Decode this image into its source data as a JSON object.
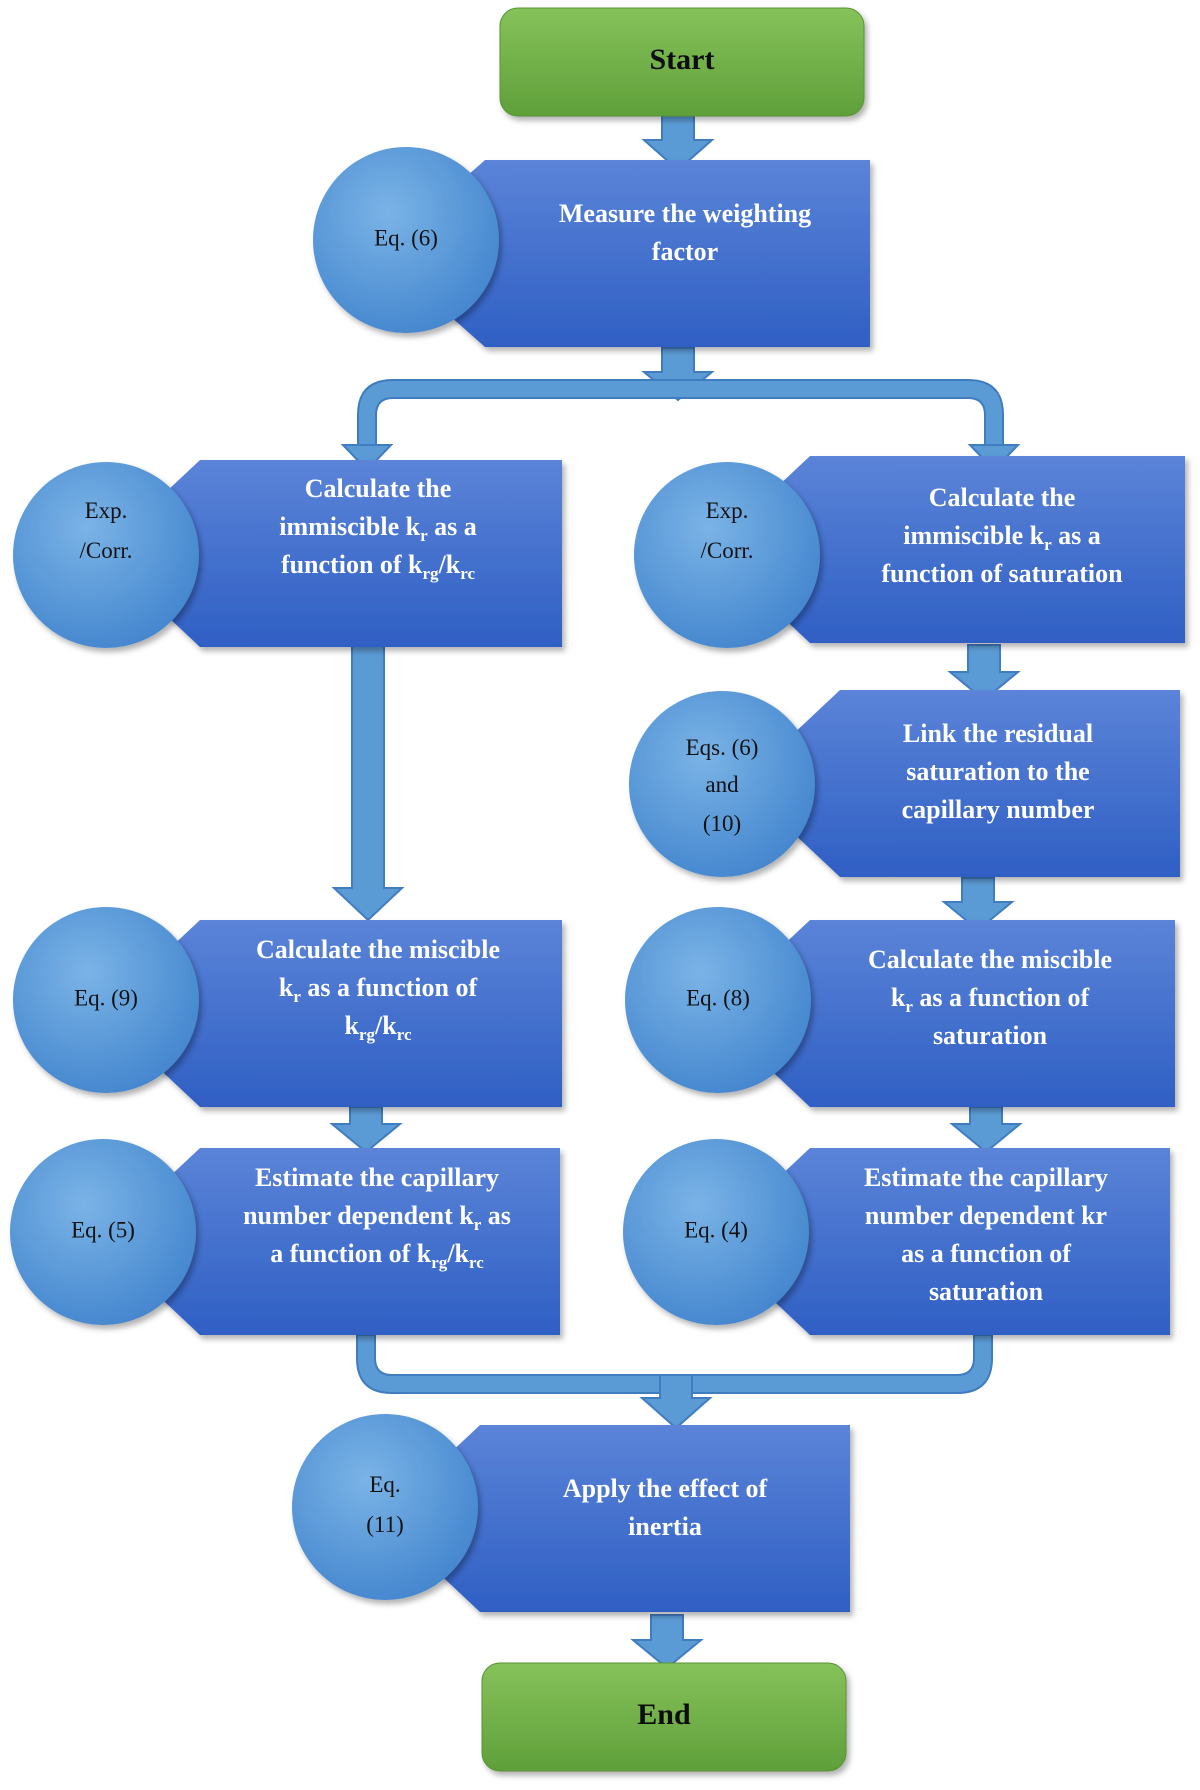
{
  "diagram": {
    "start_label": "Start",
    "end_label": "End",
    "steps": {
      "weighting": {
        "circle": [
          "Eq. (6)"
        ],
        "lines": [
          "Measure the weighting",
          "factor"
        ]
      },
      "left_immiscible": {
        "circle": [
          "Exp.",
          "/Corr."
        ],
        "line1": "Calculate the",
        "line2_pre": "immiscible k",
        "line2_sub": "r",
        "line2_post": " as a",
        "line3_pre": "function of k",
        "line3_sub1": "rg",
        "line3_mid": "/k",
        "line3_sub2": "rc"
      },
      "right_immiscible": {
        "circle": [
          "Exp.",
          "/Corr."
        ],
        "line1": "Calculate the",
        "line2_pre": "immiscible k",
        "line2_sub": "r",
        "line2_post": " as a",
        "line3": "function of saturation"
      },
      "link_residual": {
        "circle": [
          "Eqs. (6)",
          "and",
          "(10)"
        ],
        "lines": [
          "Link the residual",
          "saturation to the",
          "capillary number"
        ]
      },
      "left_miscible": {
        "circle": [
          "Eq. (9)"
        ],
        "line1": "Calculate the miscible",
        "line2_pre": "k",
        "line2_sub": "r",
        "line2_post": " as a function of",
        "line3_pre": "k",
        "line3_sub1": "rg",
        "line3_mid": "/k",
        "line3_sub2": "rc"
      },
      "right_miscible": {
        "circle": [
          "Eq. (8)"
        ],
        "line1": "Calculate the miscible",
        "line2_pre": "k",
        "line2_sub": "r",
        "line2_post": " as a function of",
        "line3": "saturation"
      },
      "left_capillary": {
        "circle": [
          "Eq. (5)"
        ],
        "line1": "Estimate the capillary",
        "line2_pre": "number dependent k",
        "line2_sub": "r",
        "line2_post": " as",
        "line3_pre": "a function of k",
        "line3_sub1": "rg",
        "line3_mid": "/k",
        "line3_sub2": "rc"
      },
      "right_capillary": {
        "circle": [
          "Eq. (4)"
        ],
        "lines": [
          "Estimate the capillary",
          "number dependent kr",
          "as a function of",
          "saturation"
        ]
      },
      "inertia": {
        "circle": [
          "Eq.",
          "(11)"
        ],
        "lines": [
          "Apply the effect of",
          "inertia"
        ]
      }
    },
    "colors": {
      "terminal_green": "#6aad45",
      "process_blue": "#3f6fd0",
      "circle_blue": "#5c9fdc",
      "arrow_blue": "#5b9bd5"
    }
  }
}
